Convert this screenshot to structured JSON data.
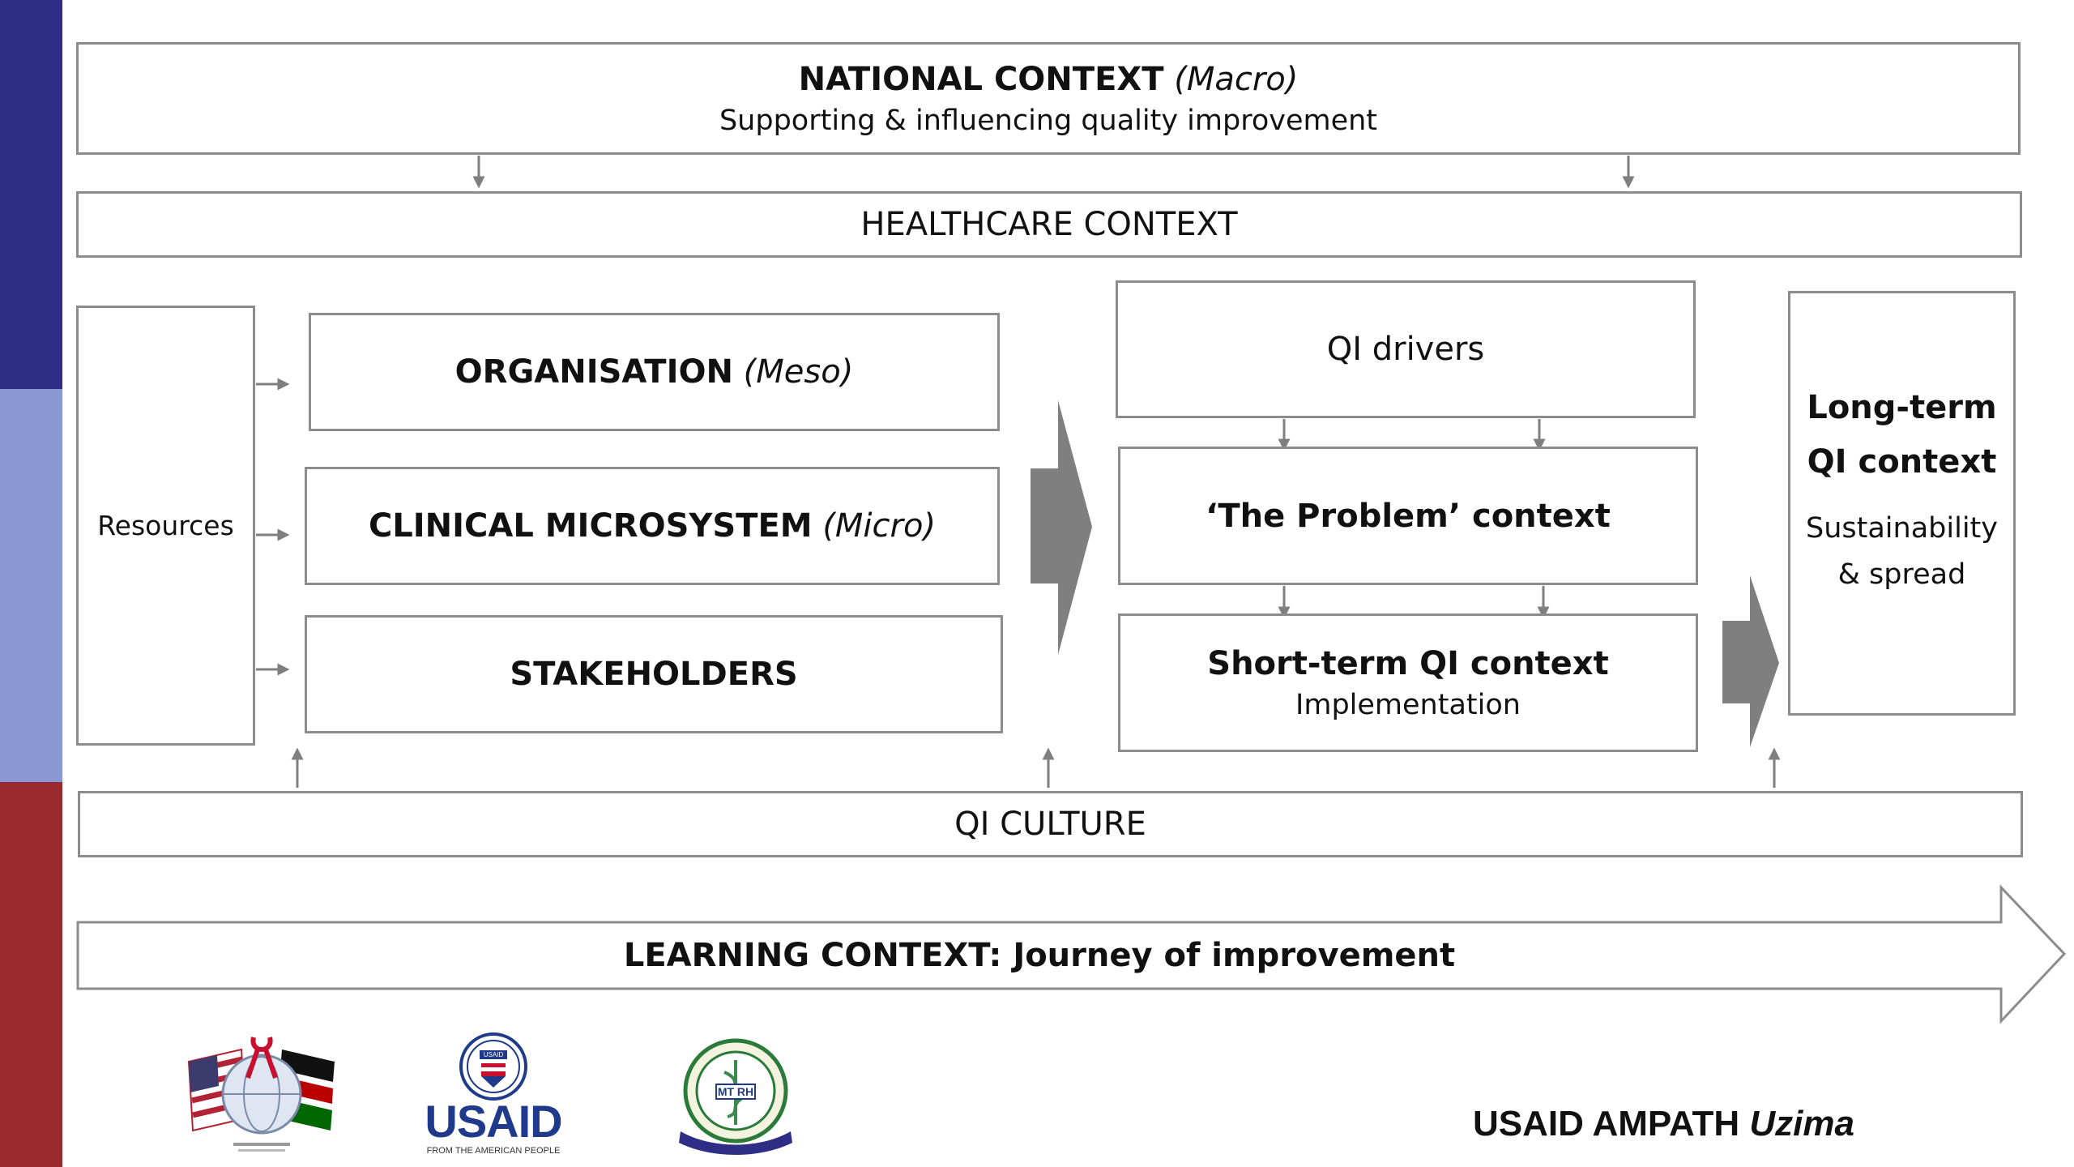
{
  "national": {
    "title": "NATIONAL CONTEXT",
    "title_qualifier": "(Macro)",
    "subtitle": "Supporting & influencing quality improvement"
  },
  "healthcare": {
    "title": "HEALTHCARE CONTEXT"
  },
  "resources": {
    "label": "Resources"
  },
  "organisation": {
    "title": "ORGANISATION",
    "qualifier": "(Meso)"
  },
  "microsystem": {
    "title": "CLINICAL MICROSYSTEM",
    "qualifier": "(Micro)"
  },
  "stakeholders": {
    "title": "STAKEHOLDERS"
  },
  "qi_drivers": {
    "title": "QI drivers"
  },
  "problem": {
    "title": "‘The Problem’ context"
  },
  "short_term": {
    "title": "Short-term QI context",
    "subtitle": "Implementation"
  },
  "long_term": {
    "title_line1": "Long-term",
    "title_line2": "QI context",
    "subtitle_line1": "Sustainability",
    "subtitle_line2": "& spread"
  },
  "qi_culture": {
    "title": "QI CULTURE"
  },
  "learning": {
    "title": "LEARNING CONTEXT: Journey of improvement"
  },
  "logos": {
    "usaid_wordmark": "USAID",
    "usaid_tagline": "FROM THE AMERICAN PEOPLE",
    "usaid_seal_text": "USAID",
    "mtrh_text": "MT RH"
  },
  "brand": {
    "name": "USAID AMPATH",
    "qualifier": "Uzima"
  },
  "colors": {
    "band_navy": "#2e2e86",
    "band_lavender": "#8a98d4",
    "band_red": "#9b2a2e",
    "box_border": "#8c8c8c",
    "arrow_grey": "#7f7f7f",
    "usaid_blue": "#1f3a8a",
    "usaid_red": "#c8102e"
  }
}
